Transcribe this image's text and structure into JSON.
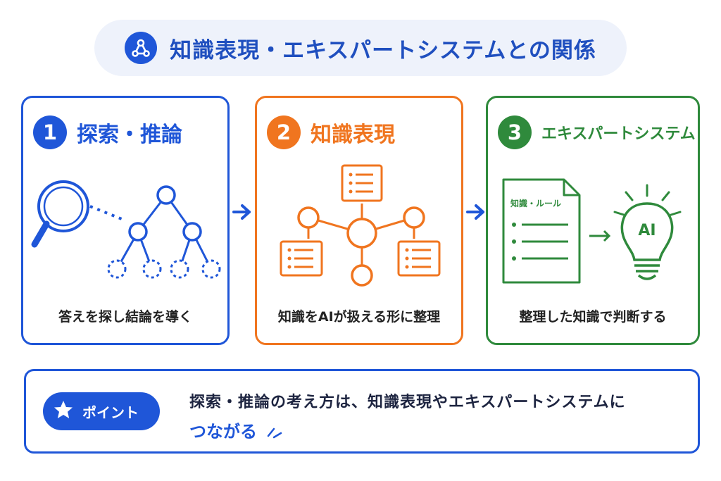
{
  "header": {
    "title": "知識表現・エキスパートシステムとの関係",
    "icon": "network-icon"
  },
  "colors": {
    "blue": "#1f56d8",
    "orange": "#f0751f",
    "green": "#2f8a3c"
  },
  "steps": [
    {
      "number": "1",
      "title": "探索・推論",
      "caption": "答えを探し結論を導く",
      "icon": "magnifier-tree-icon"
    },
    {
      "number": "2",
      "title": "知識表現",
      "caption": "知識をAIが扱える形に整理",
      "icon": "knowledge-graph-icon"
    },
    {
      "number": "3",
      "title": "エキスパートシステム",
      "caption": "整理した知識で判断する",
      "icon": "document-lightbulb-icon",
      "document_label": "知識・ルール",
      "bulb_label": "AI"
    }
  ],
  "point": {
    "label": "ポイント",
    "icon": "star-icon",
    "text_line1": "探索・推論の考え方は、知識表現やエキスパートシステムに",
    "text_line2": "つながる"
  }
}
